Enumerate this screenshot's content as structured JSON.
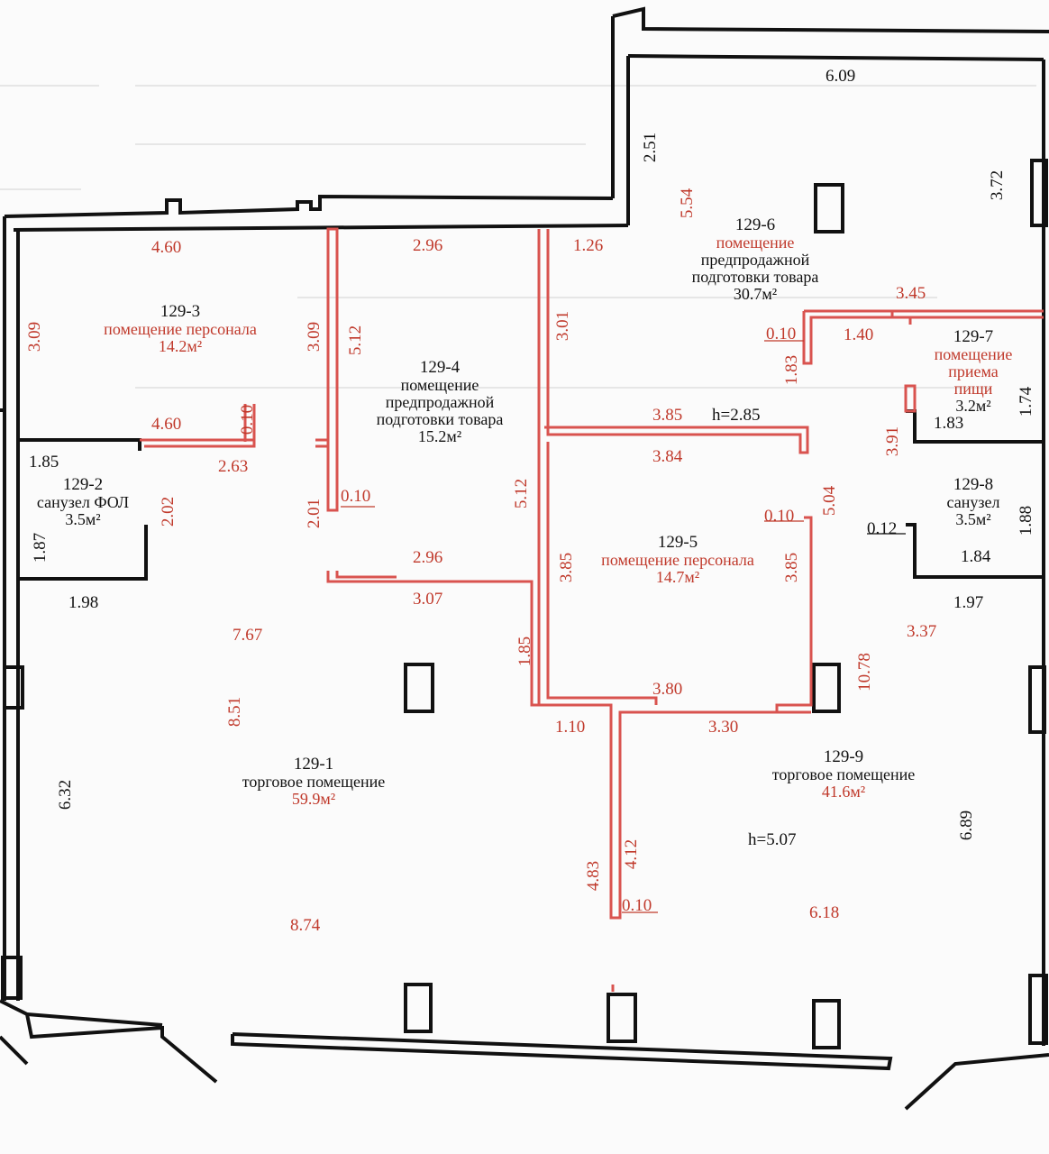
{
  "colors": {
    "wall": "#111111",
    "partition": "#d9534f",
    "dimension": "#c0392b",
    "text": "#111111"
  },
  "rooms": {
    "r1": {
      "id": "129-1",
      "name": "торговое помещение",
      "area": "59.9м²"
    },
    "r2": {
      "id": "129-2",
      "name": "санузел ФОЛ",
      "area": "3.5м²"
    },
    "r3": {
      "id": "129-3",
      "name": "помещение персонала",
      "area": "14.2м²"
    },
    "r4": {
      "id": "129-4",
      "name1": "помещение",
      "name2": "предпродажной",
      "name3": "подготовки товара",
      "area": "15.2м²"
    },
    "r5": {
      "id": "129-5",
      "name": "помещение персонала",
      "area": "14.7м²"
    },
    "r6": {
      "id": "129-6",
      "name1": "помещение",
      "name2": "предпродажной",
      "name3": "подготовки товара",
      "area": "30.7м²"
    },
    "r7": {
      "id": "129-7",
      "name1": "помещение",
      "name2": "приема пищи",
      "area": "3.2м²"
    },
    "r8": {
      "id": "129-8",
      "name": "санузел",
      "area": "3.5м²"
    },
    "r9": {
      "id": "129-9",
      "name": "торговое помещение",
      "area": "41.6м²"
    }
  },
  "heights": {
    "h1": "h=2.85",
    "h2": "h=5.07"
  },
  "dims": {
    "d609": "6.09",
    "d251": "2.51",
    "d372": "3.72",
    "d554": "5.54",
    "d460a": "4.60",
    "d296a": "2.96",
    "d126": "1.26",
    "d309a": "3.09",
    "d309b": "3.09",
    "d512a": "5.12",
    "d301": "3.01",
    "d345": "3.45",
    "d010a": "0.10",
    "d140": "1.40",
    "d183a": "1.83",
    "d174": "1.74",
    "d460b": "4.60",
    "d010b": "0.10",
    "d263": "2.63",
    "d385a": "3.85",
    "d384": "3.84",
    "d391": "3.91",
    "d183b": "1.83",
    "d185a": "1.85",
    "d202": "2.02",
    "d201": "2.01",
    "d010c": "0.10",
    "d512b": "5.12",
    "d010d": "0.10",
    "d504": "5.04",
    "d012": "0.12",
    "d188": "1.88",
    "d187": "1.87",
    "d296b": "2.96",
    "d385b": "3.85",
    "d385c": "3.85",
    "d184": "1.84",
    "d198": "1.98",
    "d307": "3.07",
    "d197": "1.97",
    "d767": "7.67",
    "d337": "3.37",
    "d185b": "1.85",
    "d380": "3.80",
    "d1078": "10.78",
    "d851": "8.51",
    "d110": "1.10",
    "d330": "3.30",
    "d632": "6.32",
    "d689": "6.89",
    "d412": "4.12",
    "d483": "4.83",
    "d010e": "0.10",
    "d874": "8.74",
    "d618": "6.18"
  }
}
